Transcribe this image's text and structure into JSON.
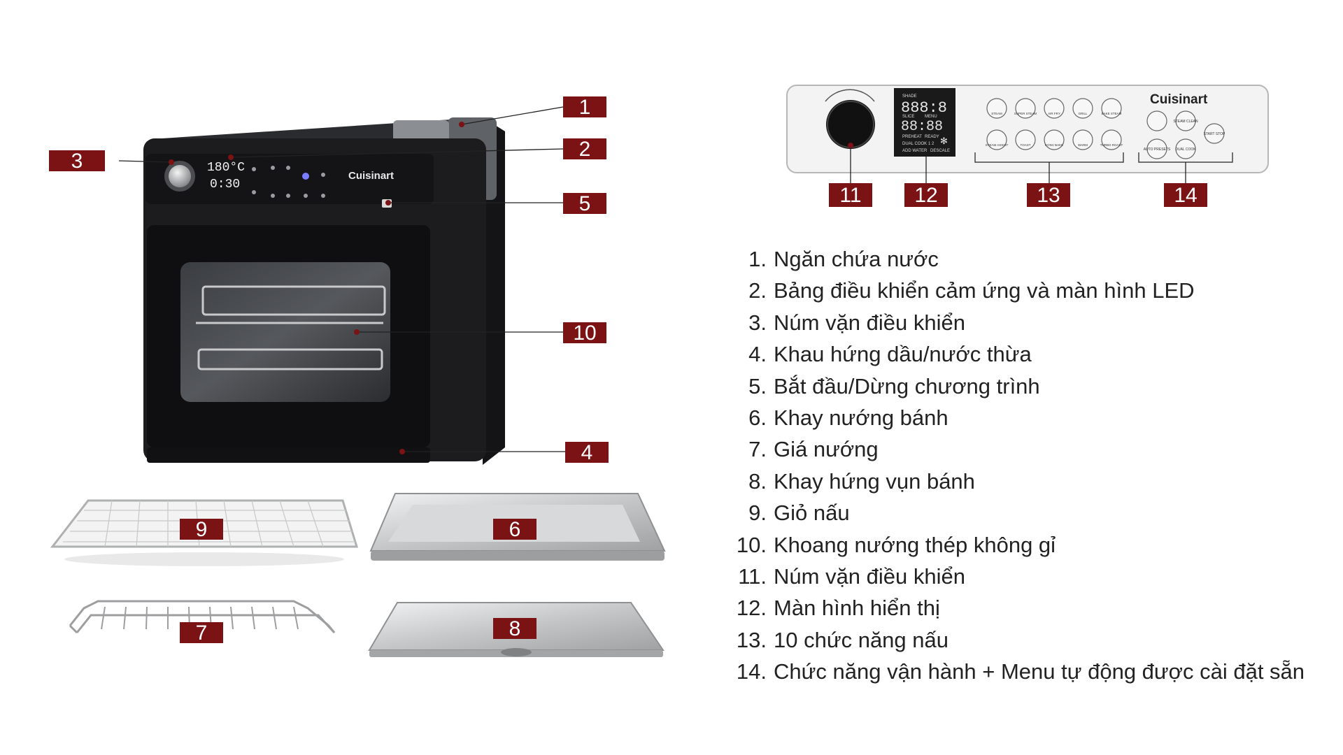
{
  "brand": "Cuisinart",
  "oven_display": {
    "temperature": "180°C",
    "time": "0:30"
  },
  "panel_display": {
    "digits_top": "888:8",
    "digits_bottom": "88:88",
    "labels": [
      "SHADE",
      "SLICE",
      "MENU",
      "PREHEAT",
      "READY",
      "DUAL COOK",
      "1  2",
      "ADD WATER",
      "DESCALE"
    ]
  },
  "function_buttons": [
    "STEAM",
    "SUPER STEAM",
    "AIR FRY",
    "GRILL",
    "BAKE STEAM",
    "STEAM ASSIST",
    "TOAST",
    "CONV BAKE",
    "WARM",
    "TURBO ROAST"
  ],
  "operation_buttons": [
    "STEAM CLEAN",
    "START STOP",
    "AUTO PRESETS",
    "DUAL COOK"
  ],
  "callouts": [
    "1",
    "2",
    "3",
    "4",
    "5",
    "6",
    "7",
    "8",
    "9",
    "10",
    "11",
    "12",
    "13",
    "14"
  ],
  "legend": [
    {
      "num": "1.",
      "text": "Ngăn chứa nước"
    },
    {
      "num": "2.",
      "text": "Bảng điều khiển cảm ứng và màn hình LED"
    },
    {
      "num": "3.",
      "text": "Núm vặn điều khiển"
    },
    {
      "num": "4.",
      "text": "Khau hứng dầu/nước thừa"
    },
    {
      "num": "5.",
      "text": "Bắt đầu/Dừng chương trình"
    },
    {
      "num": "6.",
      "text": "Khay nướng bánh"
    },
    {
      "num": "7.",
      "text": "Giá nướng"
    },
    {
      "num": "8.",
      "text": "Khay hứng vụn bánh"
    },
    {
      "num": "9.",
      "text": "Giỏ nấu"
    },
    {
      "num": "10.",
      "text": "Khoang nướng thép không gỉ"
    },
    {
      "num": "11.",
      "text": "Núm vặn điều khiển"
    },
    {
      "num": "12.",
      "text": "Màn hình hiển thị"
    },
    {
      "num": "13.",
      "text": "10 chức năng nấu"
    },
    {
      "num": "14.",
      "text": "Chức năng vận hành + Menu tự động được cài đặt sẵn"
    }
  ],
  "colors": {
    "label_bg": "#7b1214",
    "oven_body": "#1c1c1e",
    "steel": "#c9cbcd",
    "text": "#222222"
  }
}
